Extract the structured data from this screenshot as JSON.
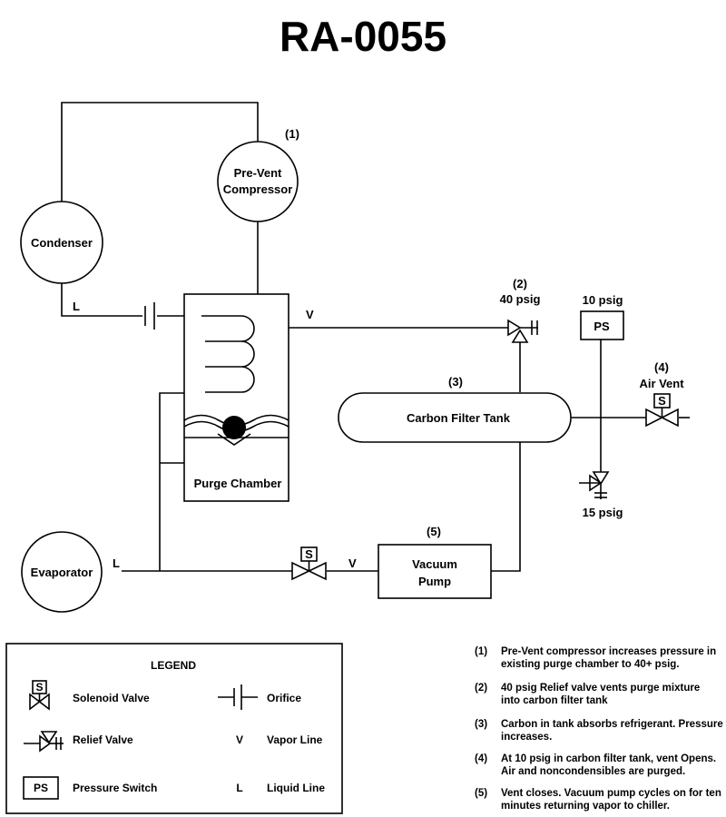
{
  "title": "RA-0055",
  "components": {
    "condenser": "Condenser",
    "evaporator": "Evaporator",
    "compressor_num": "(1)",
    "compressor_l1": "Pre-Vent",
    "compressor_l2": "Compressor",
    "relief_num": "(2)",
    "relief_psig": "40 psig",
    "tank_num": "(3)",
    "tank": "Carbon Filter Tank",
    "ps_psig": "10 psig",
    "ps": "PS",
    "vent_num": "(4)",
    "vent": "Air Vent",
    "relief2_psig": "15 psig",
    "pump_num": "(5)",
    "pump_l1": "Vacuum",
    "pump_l2": "Pump",
    "purge": "Purge Chamber",
    "solenoid_s": "S",
    "line_l": "L",
    "line_v": "V"
  },
  "legend": {
    "title": "LEGEND",
    "solenoid": "Solenoid Valve",
    "orifice": "Orifice",
    "relief": "Relief Valve",
    "vapor_symbol": "V",
    "vapor": "Vapor Line",
    "ps_symbol": "PS",
    "ps": "Pressure Switch",
    "liquid_symbol": "L",
    "liquid": "Liquid Line"
  },
  "notes": [
    {
      "num": "(1)",
      "l1": "Pre-Vent compressor increases pressure in",
      "l2": "existing purge chamber to 40+ psig."
    },
    {
      "num": "(2)",
      "l1": "40 psig Relief valve vents purge mixture",
      "l2": "into carbon filter tank"
    },
    {
      "num": "(3)",
      "l1": "Carbon in tank absorbs refrigerant. Pressure",
      "l2": "increases."
    },
    {
      "num": "(4)",
      "l1": "At 10 psig in carbon filter tank, vent Opens.",
      "l2": "Air and noncondensibles are purged."
    },
    {
      "num": "(5)",
      "l1": "Vent closes. Vacuum pump cycles on for ten",
      "l2": "minutes returning vapor to chiller."
    }
  ]
}
